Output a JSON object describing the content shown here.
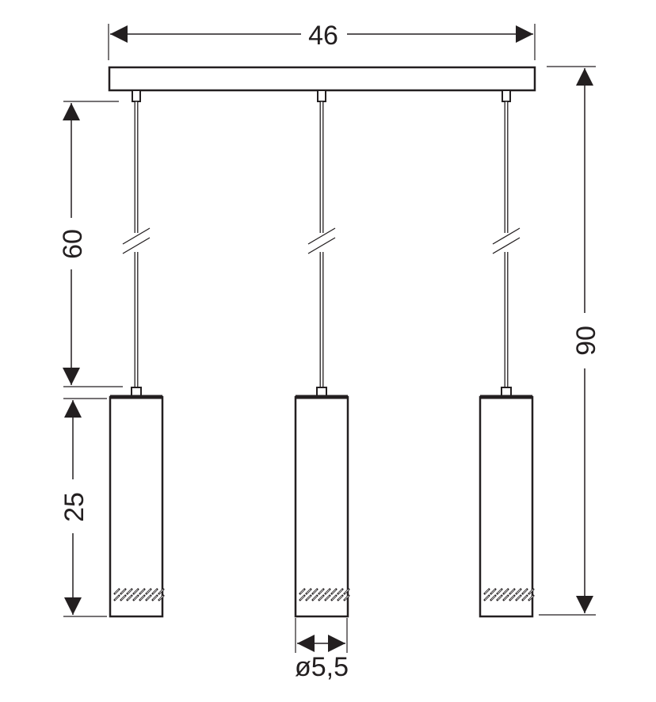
{
  "dimensions": {
    "width_total": "46",
    "cable_length": "60",
    "total_height": "90",
    "shade_height": "25",
    "shade_diameter": "ø5,5"
  },
  "lamp_count": 3,
  "colors": {
    "line": "#231f20",
    "background": "#ffffff"
  }
}
